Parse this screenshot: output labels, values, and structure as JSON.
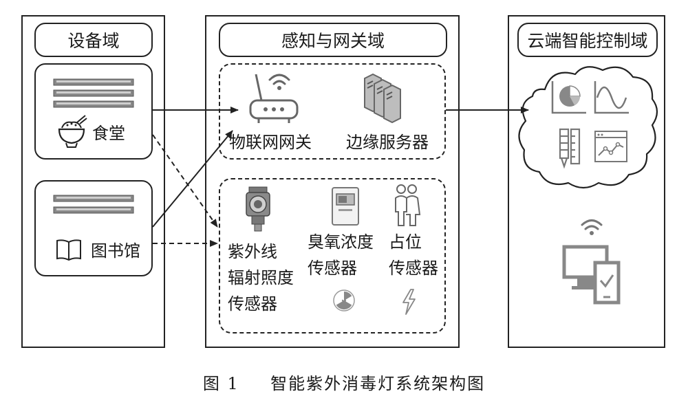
{
  "device_domain": {
    "title": "设备域",
    "canteen_label": "食堂",
    "library_label": "图书馆"
  },
  "gateway_domain": {
    "title": "感知与网关域",
    "iot_gateway_label": "物联网网关",
    "edge_server_label": "边缘服务器",
    "uv_sensor_label": [
      "紫外线",
      "辐射照度",
      "传感器"
    ],
    "ozone_sensor_label": [
      "臭氧浓度",
      "传感器"
    ],
    "occupancy_sensor_label": [
      "占位",
      "传感器"
    ]
  },
  "cloud_domain": {
    "title": "云端智能控制域"
  },
  "caption": {
    "fig_number": "图 1",
    "text": "智能紫外消毒灯系统架构图"
  },
  "colors": {
    "stroke": "#222222",
    "icon": "#6f6f6f",
    "icon_light": "#9a9a9a"
  },
  "icons": [
    "uv-lamp-tubes-icon",
    "rice-bowl-icon",
    "open-book-icon",
    "wifi-router-icon",
    "server-rack-icon",
    "uv-sensor-icon",
    "ozone-meter-icon",
    "people-icon",
    "radiation-icon",
    "lightning-icon",
    "cloud-icon",
    "pie-chart-icon",
    "wave-chart-icon",
    "ruler-pencil-icon",
    "line-chart-window-icon",
    "wifi-icon",
    "monitor-phone-icon"
  ]
}
